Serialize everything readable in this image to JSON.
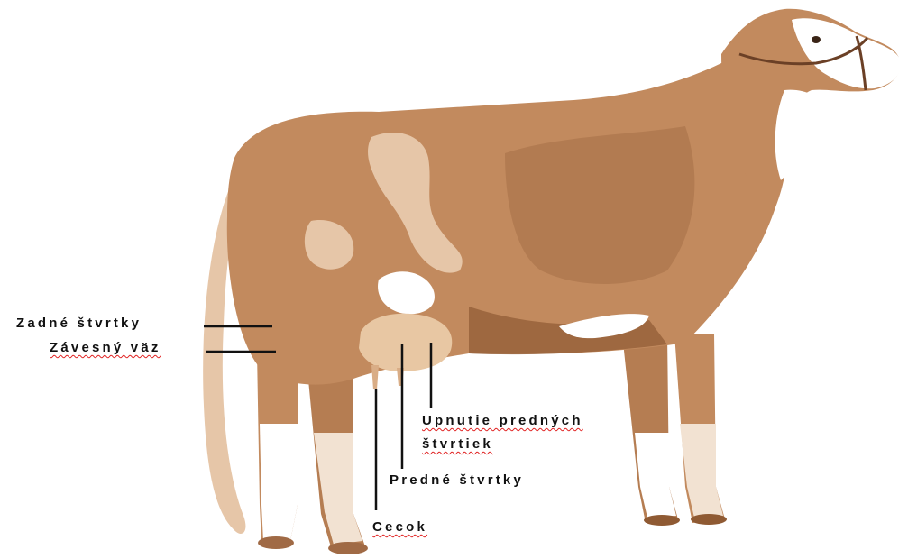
{
  "diagram": {
    "labels": {
      "rear_quarters": "Zadné štvrtky",
      "suspensory_ligament": "Závesný väz",
      "fore_udder_attachment_line1": "Upnutie predných",
      "fore_udder_attachment_line2": "štvrtiek",
      "front_quarters": "Predné štvrtky",
      "teat": "Cecok"
    },
    "colors": {
      "coat_brown": "#c28a5e",
      "coat_dark": "#8f5a33",
      "coat_light": "#e6c6a8",
      "white_patch": "#ffffff",
      "leader_line": "#111111",
      "spell_underline": "#e02020"
    },
    "icons": {
      "animal": "cow-illustration"
    }
  }
}
